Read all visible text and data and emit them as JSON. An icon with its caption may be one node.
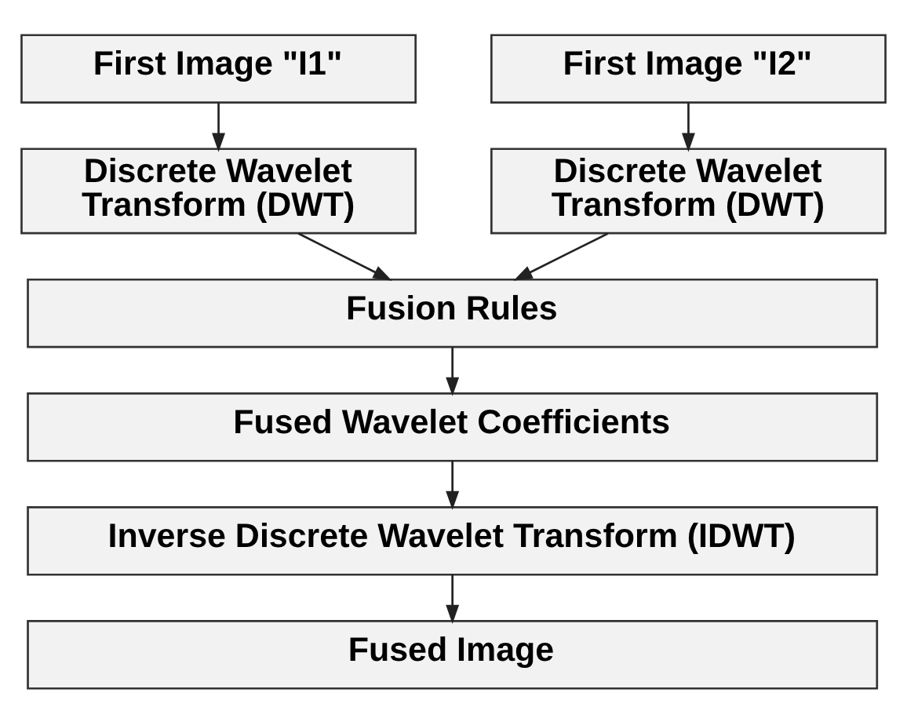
{
  "diagram": {
    "nodes": [
      {
        "text": [
          "First Image \"I1\""
        ]
      },
      {
        "text": [
          "First Image \"I2\""
        ]
      },
      {
        "text": [
          "Discrete Wavelet Transform (DWT)"
        ]
      },
      {
        "text": [
          "Discrete Wavelet Transform (DWT)"
        ]
      },
      {
        "text": [
          "Fusion Rules"
        ]
      },
      {
        "text": [
          "Fused Wavelet Coefficients"
        ]
      },
      {
        "text": [
          "Inverse Discrete Wavelet Transform (IDWT)"
        ]
      },
      {
        "text": [
          "Fused Image"
        ]
      }
    ],
    "edges": [
      {
        "from": 0,
        "to": 2,
        "arrow": "to"
      },
      {
        "from": 1,
        "to": 3,
        "arrow": "to"
      },
      {
        "from": 2,
        "to": 4,
        "arrow": "to"
      },
      {
        "from": 3,
        "to": 4,
        "arrow": "to"
      },
      {
        "from": 4,
        "to": 5,
        "arrow": "to"
      },
      {
        "from": 5,
        "to": 6,
        "arrow": "to"
      },
      {
        "from": 6,
        "to": 7,
        "arrow": "to"
      }
    ]
  }
}
